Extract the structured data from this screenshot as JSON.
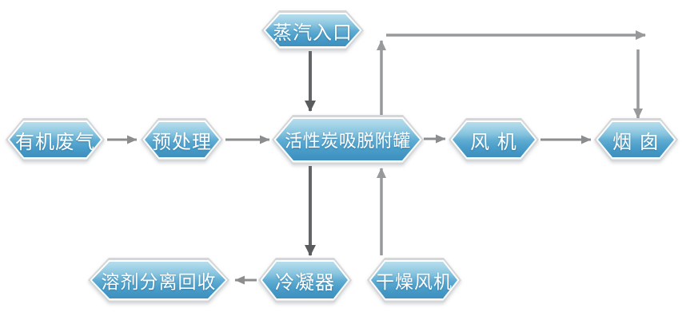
{
  "diagram": {
    "type": "process-flow",
    "description_colors": {
      "node_fill_top": "#b7ddec",
      "node_fill_bottom": "#3f8fbc",
      "node_border_outer": "#d4d6d8",
      "node_border_inner": "#ffffff",
      "node_text": "#ffffff",
      "arrow_gray": "#8b8d8f",
      "arrow_dark": "#636567",
      "arrow_light": "#97999b",
      "background": "#ffffff"
    },
    "nodes": [
      {
        "id": "steam-inlet",
        "label": "蒸汽入口"
      },
      {
        "id": "organic-waste-gas",
        "label": "有机废气"
      },
      {
        "id": "pretreatment",
        "label": "预处理"
      },
      {
        "id": "activated-carbon-tank",
        "label": "活性炭吸脱附罐"
      },
      {
        "id": "fan",
        "label": "风 机"
      },
      {
        "id": "chimney",
        "label": "烟 囱"
      },
      {
        "id": "solvent-separation-recovery",
        "label": "溶剂分离回收"
      },
      {
        "id": "condenser",
        "label": "冷凝器"
      },
      {
        "id": "drying-fan",
        "label": "干燥风机"
      }
    ],
    "edges": [
      {
        "from": "steam-inlet",
        "to": "activated-carbon-tank",
        "direction": "down"
      },
      {
        "from": "organic-waste-gas",
        "to": "pretreatment",
        "direction": "right"
      },
      {
        "from": "pretreatment",
        "to": "activated-carbon-tank",
        "direction": "right"
      },
      {
        "from": "activated-carbon-tank",
        "to": "fan",
        "direction": "right"
      },
      {
        "from": "fan",
        "to": "chimney",
        "direction": "right"
      },
      {
        "from": "activated-carbon-tank",
        "to": "chimney",
        "direction": "up-right-down bypass over top"
      },
      {
        "from": "activated-carbon-tank",
        "to": "condenser",
        "direction": "down"
      },
      {
        "from": "condenser",
        "to": "solvent-separation-recovery",
        "direction": "left"
      },
      {
        "from": "drying-fan",
        "to": "activated-carbon-tank",
        "direction": "up"
      }
    ]
  }
}
